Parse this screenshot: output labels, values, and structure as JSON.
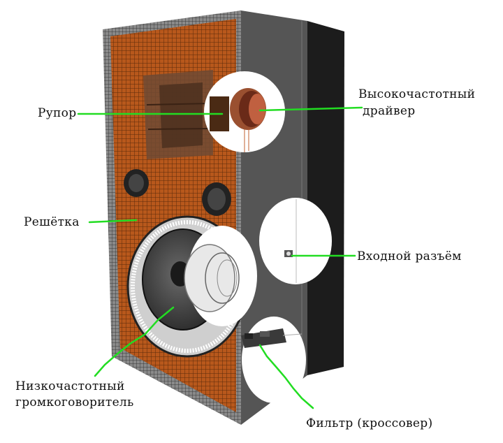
{
  "colors": {
    "leader": "#22dd22",
    "grille": "#b8581c",
    "cabinet_side": "#555555",
    "cabinet_back": "#1c1c1c"
  },
  "labels": {
    "horn": "Рупор",
    "tweeter_line1": "Высокочастотный",
    "tweeter_line2": "драйвер",
    "grille": "Решётка",
    "input": "Входной разъём",
    "woofer_line1": "Низкочастотный",
    "woofer_line2": "громкоговоритель",
    "crossover": "Фильтр (кроссовер)"
  }
}
